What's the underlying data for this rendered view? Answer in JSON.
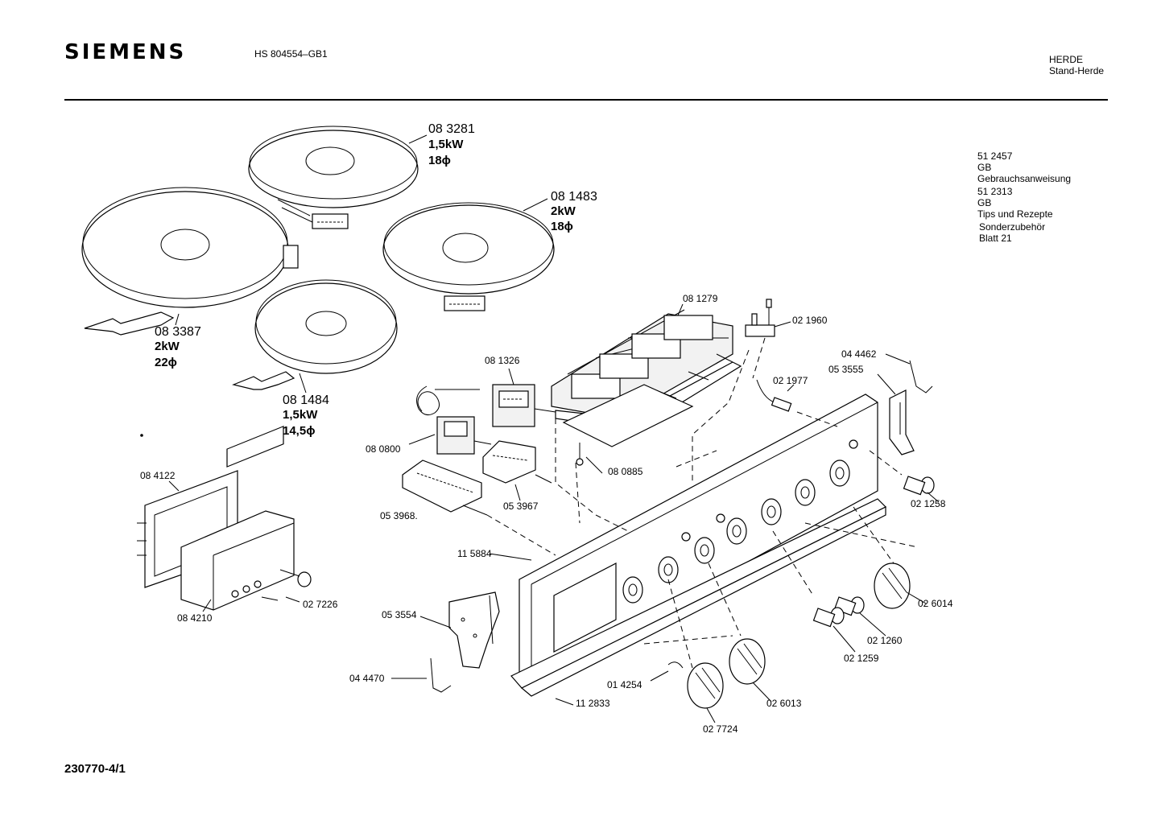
{
  "header": {
    "brand": "SIEMENS",
    "model": "HS 804554–GB1",
    "category": "HERDE",
    "subcategory": "Stand-Herde"
  },
  "documents": {
    "manual_number": "51 2457",
    "manual_lang": "GB",
    "manual_title": "Gebrauchsanweisung",
    "recipes_number": "51 2313",
    "recipes_lang": "GB",
    "recipes_title": "Tips und Rezepte",
    "accessories": "Sonderzubehör",
    "accessories_sheet": "Blatt 21"
  },
  "hotplates": [
    {
      "number": "08 3281",
      "power": "1,5kW",
      "size": "18ϕ"
    },
    {
      "number": "08 1483",
      "power": "2kW",
      "size": "18ϕ"
    },
    {
      "number": "08 3387",
      "power": "2kW",
      "size": "22ϕ"
    },
    {
      "number": "08 1484",
      "power": "1,5kW",
      "size": "14,5ϕ"
    }
  ],
  "parts": {
    "p081279": "08 1279",
    "p021960": "02 1960",
    "p081326": "08 1326",
    "p021977": "02 1977",
    "p044462": "04 4462",
    "p053555": "05 3555",
    "p080800": "08 0800",
    "p080885": "08 0885",
    "p084122": "08 4122",
    "p053967": "05 3967",
    "p053968": "05 3968.",
    "p021258": "02 1258",
    "p115884": "11 5884",
    "p026014": "02 6014",
    "p027226": "02 7226",
    "p084210": "08 4210",
    "p053554": "05 3554",
    "p021260": "02 1260",
    "p021259": "02 1259",
    "p014254": "01 4254",
    "p044470": "04 4470",
    "p026013": "02 6013",
    "p112833": "11 2833",
    "p027724": "02 7724"
  },
  "footer": {
    "diagram_id": "230770-4/1"
  }
}
